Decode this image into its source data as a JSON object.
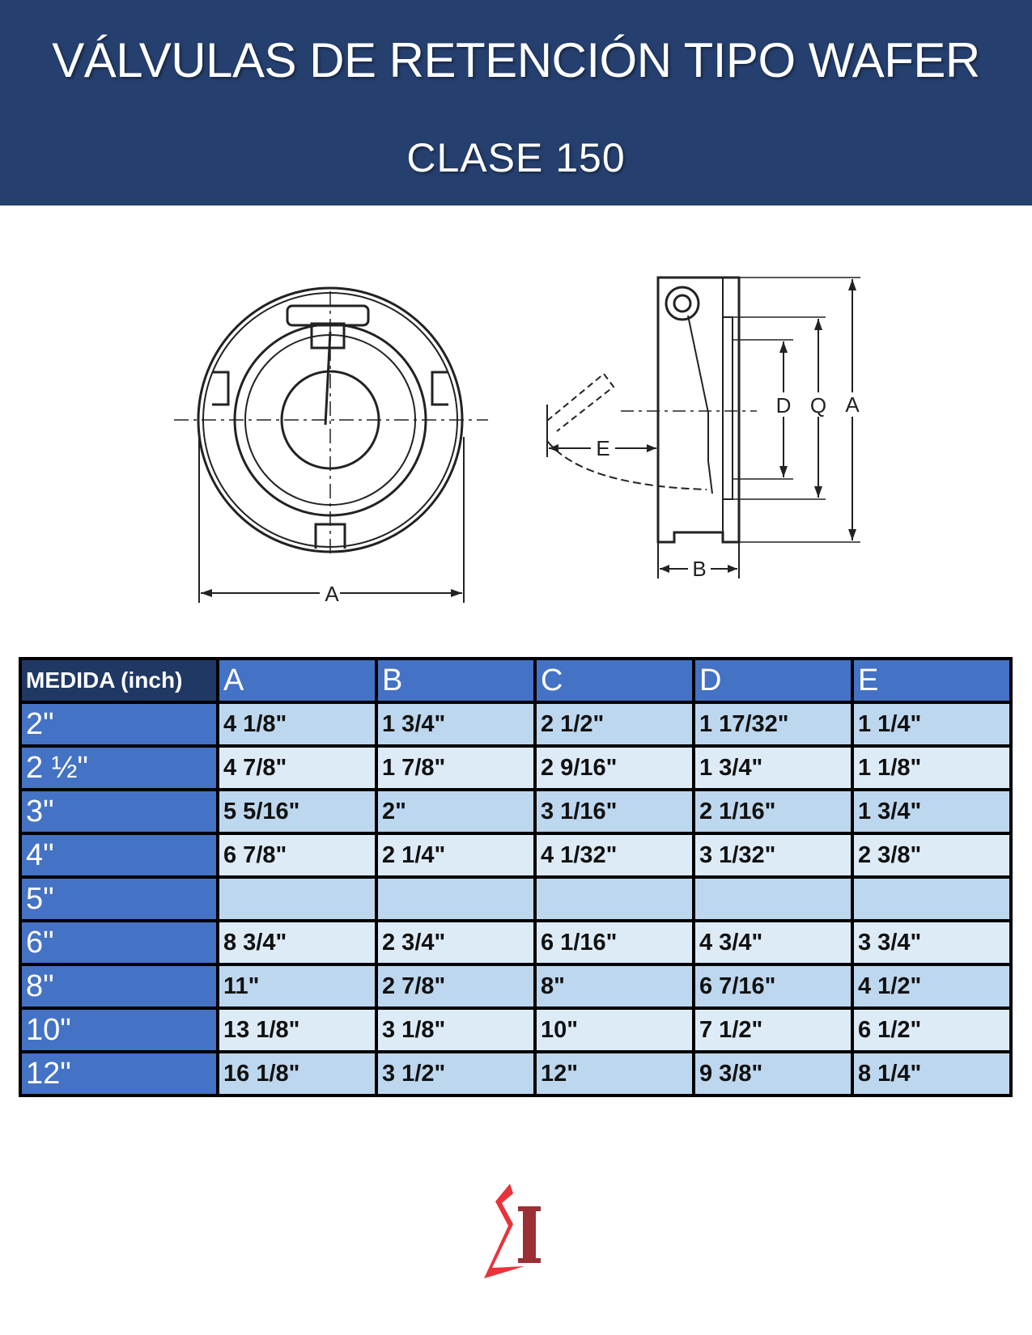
{
  "header": {
    "title": "VÁLVULAS DE RETENCIÓN TIPO WAFER",
    "subtitle": "CLASE 150"
  },
  "diagram": {
    "labels": {
      "a_front": "A",
      "a_side": "A",
      "q": "Q",
      "d": "D",
      "e": "E",
      "b": "B"
    }
  },
  "table": {
    "headers": [
      "MEDIDA (inch)",
      "A",
      "B",
      "C",
      "D",
      "E"
    ],
    "rows": [
      {
        "size": "2\"",
        "values": [
          "4 1/8\"",
          "1 3/4\"",
          "2 1/2\"",
          "1 17/32\"",
          "1 1/4\""
        ]
      },
      {
        "size": "2 ½\"",
        "values": [
          "4 7/8\"",
          "1 7/8\"",
          "2 9/16\"",
          "1 3/4\"",
          "1 1/8\""
        ]
      },
      {
        "size": "3\"",
        "values": [
          "5 5/16\"",
          "2\"",
          "3 1/16\"",
          "2 1/16\"",
          "1 3/4\""
        ]
      },
      {
        "size": "4\"",
        "values": [
          "6 7/8\"",
          "2 1/4\"",
          "4 1/32\"",
          "3 1/32\"",
          "2 3/8\""
        ]
      },
      {
        "size": "5\"",
        "values": [
          "",
          "",
          "",
          "",
          ""
        ]
      },
      {
        "size": "6\"",
        "values": [
          "8 3/4\"",
          "2 3/4\"",
          "6 1/16\"",
          "4 3/4\"",
          "3 3/4\""
        ]
      },
      {
        "size": "8\"",
        "values": [
          "11\"",
          "2 7/8\"",
          "8\"",
          "6 7/16\"",
          "4 1/2\""
        ]
      },
      {
        "size": "10\"",
        "values": [
          "13 1/8\"",
          "3 1/8\"",
          "10\"",
          "7 1/2\"",
          "6 1/2\""
        ]
      },
      {
        "size": "12\"",
        "values": [
          "16 1/8\"",
          "3 1/2\"",
          "12\"",
          "9 3/8\"",
          "8 1/4\""
        ]
      }
    ]
  },
  "colors": {
    "header_bg": "#253f6e",
    "table_header": "#4472c4",
    "row_light": "#ddebf7",
    "row_mid": "#bdd7ee",
    "logo_red": "#e8333a",
    "logo_dark": "#9b2f33"
  }
}
